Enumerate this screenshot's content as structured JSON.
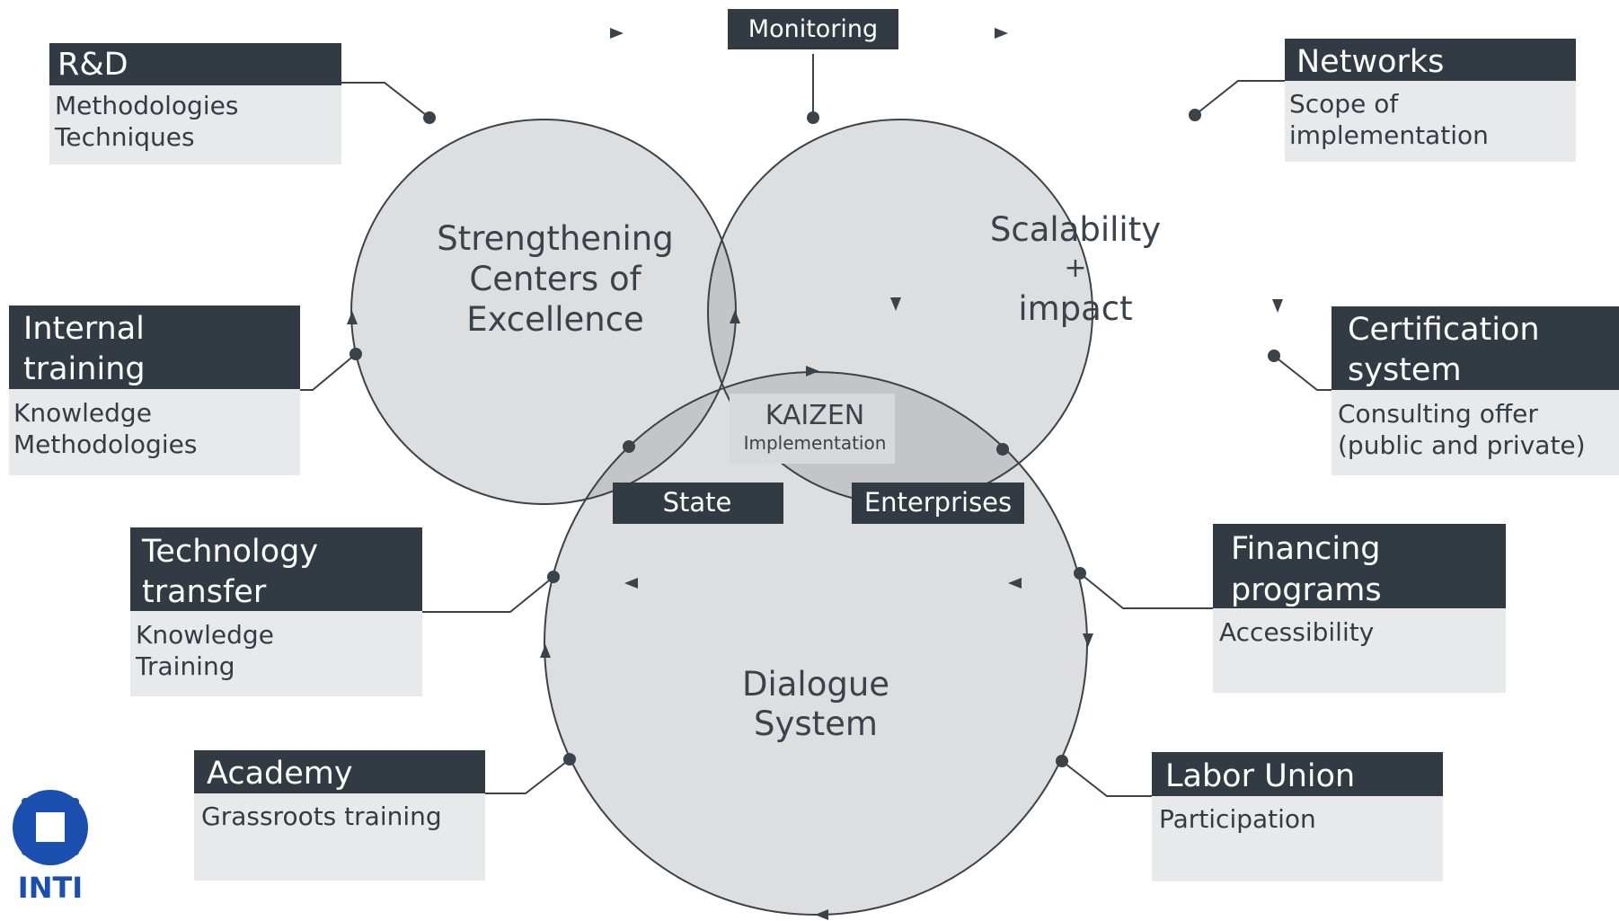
{
  "center": {
    "kaizen_title": "KAIZEN",
    "kaizen_sub": "Implementation"
  },
  "circles": {
    "coe": [
      "Strengthening",
      "Centers of",
      "Excellence"
    ],
    "scale": [
      "Scalability",
      "+",
      "impact"
    ],
    "dialogue": [
      "Dialogue",
      "System"
    ]
  },
  "small_labels": {
    "monitoring": "Monitoring",
    "state": "State",
    "enterprises": "Enterprises"
  },
  "boxes": {
    "rd": {
      "title": [
        "R&D"
      ],
      "items": [
        "Methodologies",
        "Techniques"
      ]
    },
    "internal": {
      "title": [
        "Internal",
        "training"
      ],
      "items": [
        "Knowledge",
        "Methodologies"
      ]
    },
    "tech": {
      "title": [
        "Technology",
        "transfer"
      ],
      "items": [
        "Knowledge",
        "Training"
      ]
    },
    "academy": {
      "title": [
        "Academy"
      ],
      "items": [
        "Grassroots training"
      ]
    },
    "networks": {
      "title": [
        "Networks"
      ],
      "items": [
        "Scope of",
        "implementation"
      ]
    },
    "cert": {
      "title": [
        "Certification",
        "system"
      ],
      "items": [
        "Consulting offer",
        "(public and private)"
      ]
    },
    "financing": {
      "title": [
        "Financing",
        "programs"
      ],
      "items": [
        "Accessibility"
      ]
    },
    "labor": {
      "title": [
        "Labor Union"
      ],
      "items": [
        "Participation"
      ]
    }
  },
  "logo": {
    "text": "INTI"
  },
  "colors": {
    "dark": "#323b43",
    "light_box": "#e8e9ea",
    "circle_fill": "#dddedf",
    "overlap": "#c4c5c6",
    "stroke": "#3a424a",
    "logo_blue": "#1a4fb0"
  }
}
